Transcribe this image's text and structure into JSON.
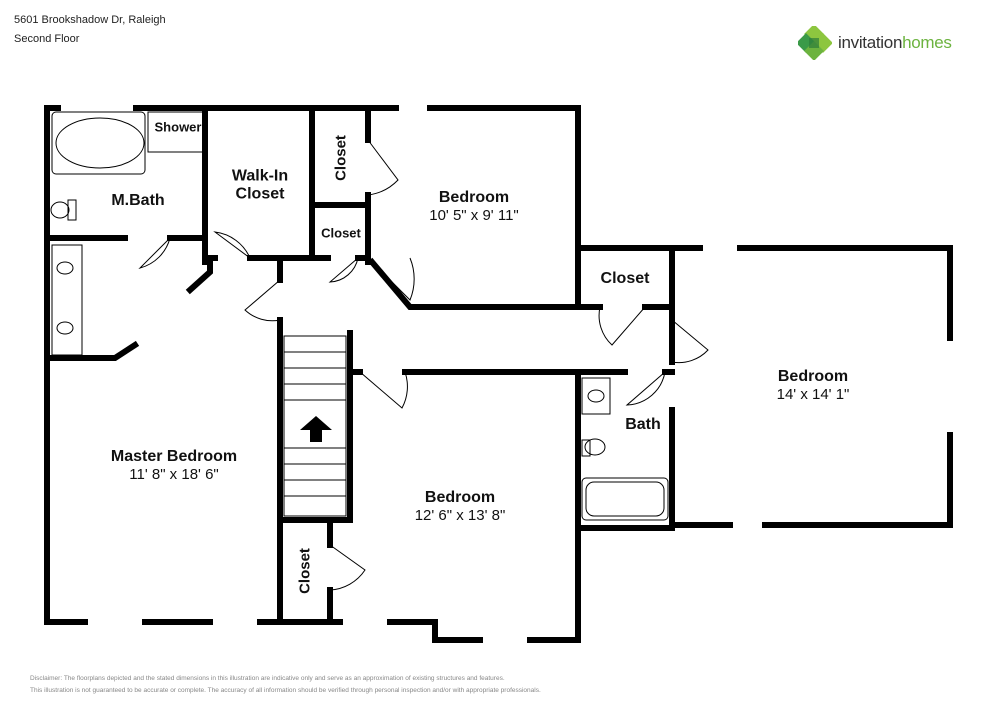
{
  "header": {
    "address": "5601 Brookshadow Dr, Raleigh",
    "floor": "Second Floor"
  },
  "logo": {
    "word1": "invitation",
    "word2": "homes",
    "colors": {
      "light": "#8dc63f",
      "dark": "#3a9a48"
    }
  },
  "rooms": [
    {
      "name": "Shower"
    },
    {
      "name": "M.Bath"
    },
    {
      "name": "Walk-In Closet"
    },
    {
      "name": "Closet"
    },
    {
      "name": "Closet"
    },
    {
      "name": "Bedroom",
      "dims": "10' 5\" x 9' 11\""
    },
    {
      "name": "Closet"
    },
    {
      "name": "Bedroom",
      "dims": "14' x 14' 1\""
    },
    {
      "name": "Bath"
    },
    {
      "name": "Master Bedroom",
      "dims": "11' 8\" x 18' 6\""
    },
    {
      "name": "Bedroom",
      "dims": "12' 6\" x 13' 8\""
    },
    {
      "name": "Closet"
    }
  ],
  "disclaimer": {
    "line1": "Disclaimer: The floorplans depicted and the stated dimensions in this illustration are indicative only and serve as an approximation of existing structures and features.",
    "line2": "This illustration is not guaranteed to be accurate or complete. The accuracy of all information should be verified through personal inspection and/or with appropriate professionals."
  }
}
